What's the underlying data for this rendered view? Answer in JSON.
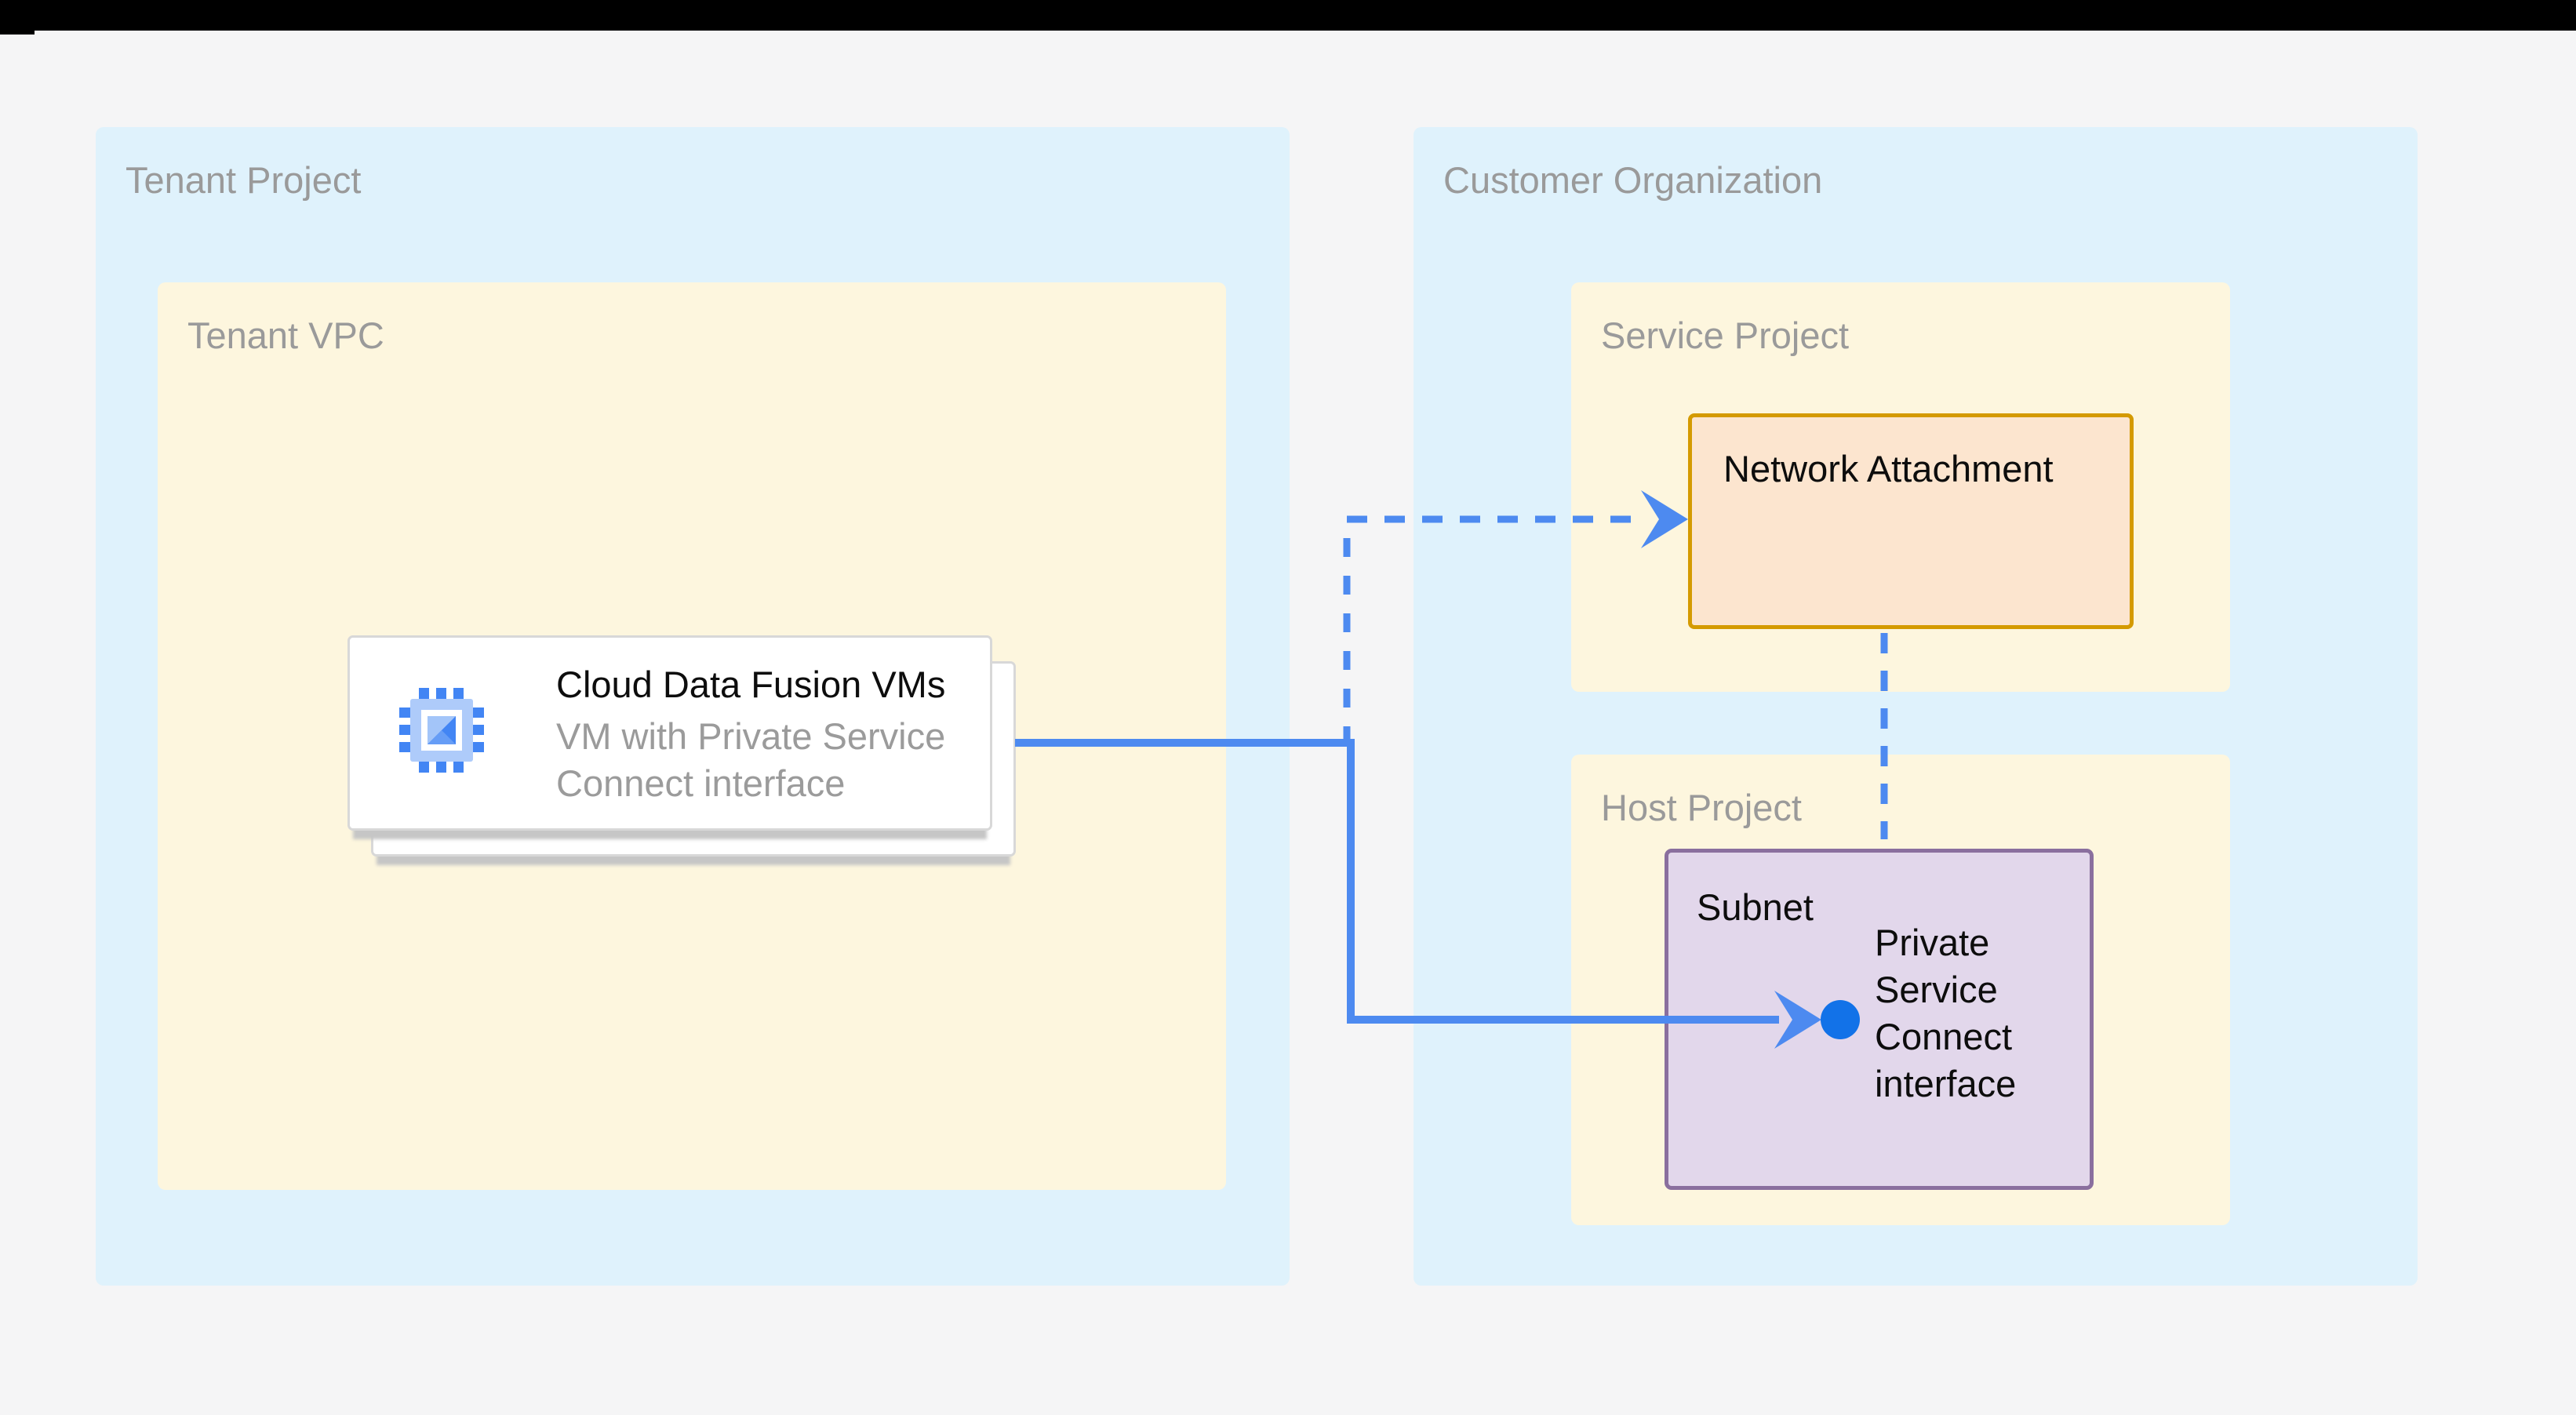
{
  "window": {
    "top_bar": "browser-chrome-remnant"
  },
  "diagram": {
    "tenant_project": {
      "label": "Tenant Project"
    },
    "tenant_vpc": {
      "label": "Tenant VPC"
    },
    "vm_card": {
      "icon": "compute-engine-chip-icon",
      "title": "Cloud Data Fusion VMs",
      "subtitle": "VM with Private Service Connect interface"
    },
    "customer_organization": {
      "label": "Customer Organization"
    },
    "service_project": {
      "label": "Service Project"
    },
    "network_attachment": {
      "label": "Network Attachment"
    },
    "host_project": {
      "label": "Host Project"
    },
    "subnet": {
      "label": "Subnet",
      "endpoint_label": "Private Service Connect interface"
    },
    "connectors": [
      {
        "name": "vm-to-psc-interface",
        "style": "solid",
        "from": "Cloud Data Fusion VMs",
        "to": "Private Service Connect interface",
        "ends_in": "dot"
      },
      {
        "name": "vm-to-network-attachment",
        "style": "dashed",
        "from": "Cloud Data Fusion VMs",
        "to": "Network Attachment",
        "ends_in": "arrow"
      },
      {
        "name": "network-attachment-to-subnet",
        "style": "dashed",
        "from": "Network Attachment",
        "to": "Subnet",
        "ends_in": "none"
      }
    ],
    "colors": {
      "region_blue": "#dff2fc",
      "region_yellow": "#fdf6de",
      "network_attachment_fill": "#fce5cf",
      "network_attachment_border": "#d49a00",
      "subnet_fill": "#e2d7eb",
      "subnet_border": "#8a6f9e",
      "connector_blue": "#4d8af0",
      "endpoint_dot_blue": "#1272e8",
      "label_gray": "#9a9a9a"
    }
  }
}
